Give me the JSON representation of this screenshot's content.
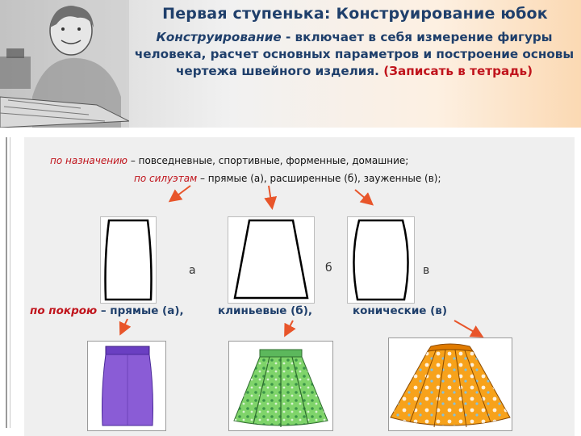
{
  "header": {
    "title": "Первая ступенька:  Конструирование юбок",
    "desc_term": "Конструирование",
    "desc_text": " - включает в себя измерение фигуры человека, расчет основных параметров и построение основы чертежа швейного изделия.",
    "desc_note": "(Записать в тетрадь)"
  },
  "classification": {
    "purpose_label": "по назначению",
    "purpose_text": " – повседневные, спортивные, форменные, домашние;",
    "silhouette_label": "по силуэтам",
    "silhouette_text": " – прямые (а), расширенные (б), зауженные (в);",
    "cut_label": "по покрою",
    "cut_text_a": " – прямые (а),",
    "cut_text_b": "клиньевые (б),",
    "cut_text_c": "конические (в)"
  },
  "shape_letters": [
    "а",
    "б",
    "в"
  ],
  "colors": {
    "title": "#1f3f6b",
    "accent_red": "#c0141c",
    "arrow": "#e8552a",
    "skirt_purple": "#8a5cd6",
    "skirt_green": "#7fd46a",
    "skirt_orange": "#f7a21b"
  },
  "icons": [
    "seamstress-illustration",
    "straight-silhouette-shape",
    "flared-silhouette-shape",
    "tapered-silhouette-shape",
    "straight-skirt-image",
    "gored-skirt-image",
    "circle-skirt-image"
  ]
}
